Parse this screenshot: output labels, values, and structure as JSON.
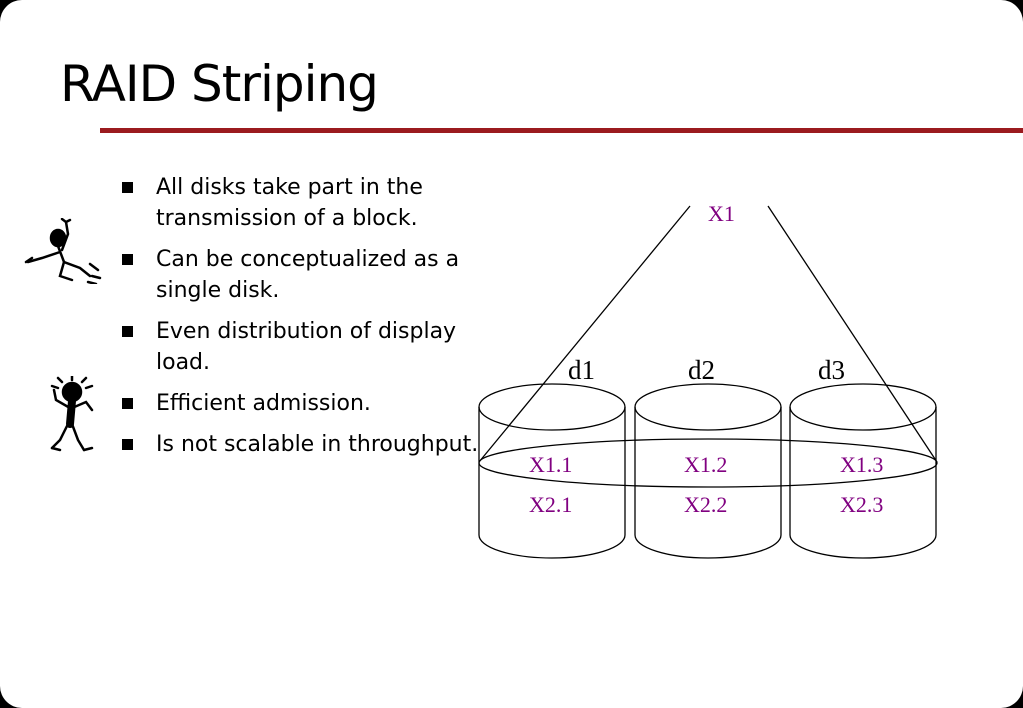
{
  "slide": {
    "title": "RAID Striping",
    "rule_color": "#9b1b1f"
  },
  "bullets": [
    "All disks take part in the transmission of a block.",
    "Can be conceptualized as a single disk.",
    "Even distribution of display load.",
    "Efficient admission.",
    "Is not scalable in throughput."
  ],
  "diagram": {
    "block_label": "X1",
    "disks": [
      {
        "name": "d1",
        "fragments": [
          "X1.1",
          "X2.1"
        ]
      },
      {
        "name": "d2",
        "fragments": [
          "X1.2",
          "X2.2"
        ]
      },
      {
        "name": "d3",
        "fragments": [
          "X1.3",
          "X2.3"
        ]
      }
    ],
    "fragment_color": "#800080"
  },
  "figures": [
    {
      "icon": "skier-figure-icon"
    },
    {
      "icon": "stick-figure-icon"
    }
  ]
}
